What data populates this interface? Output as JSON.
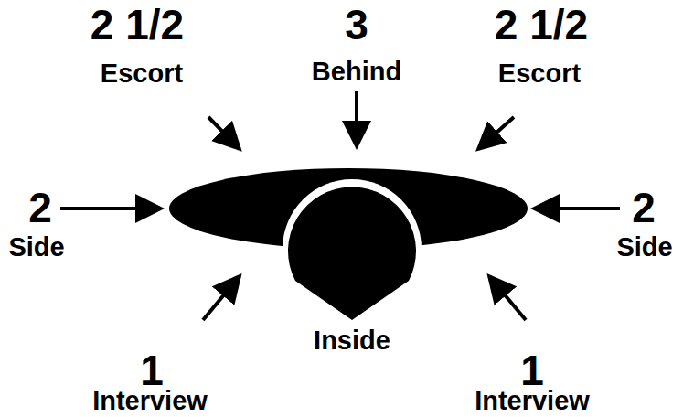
{
  "diagram": {
    "labels": [
      "2 1/2",
      "Escort",
      "3",
      "Behind",
      "2 1/2",
      "Escort",
      "2",
      "Side",
      "2",
      "Side",
      "Inside",
      "1",
      "Interview",
      "1",
      "Interview"
    ]
  }
}
